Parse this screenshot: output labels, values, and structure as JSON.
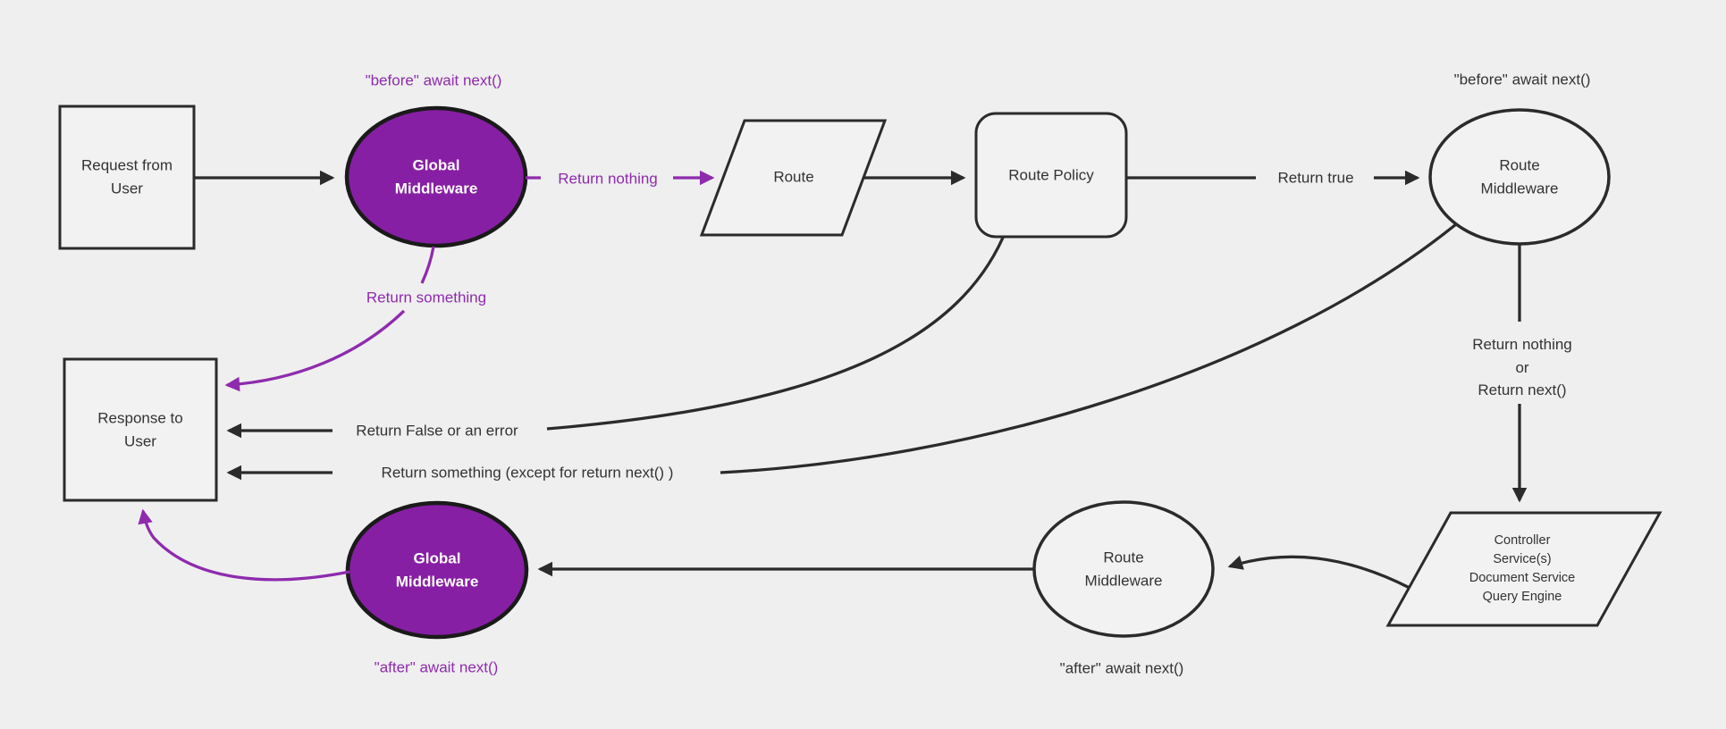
{
  "diagram": {
    "title": "Strapi request / response lifecycle middlewares flowchart",
    "colors": {
      "background": "#efefef",
      "node_fill": "#f2f2f2",
      "node_stroke": "#2b2b2b",
      "purple_fill": "#871fa4",
      "purple_accent": "#8e2bad",
      "text": "#333333",
      "node_text_on_purple": "#ffffff"
    },
    "nodes": {
      "request": {
        "label": "Request from\nUser",
        "shape": "rectangle"
      },
      "global_middleware_top": {
        "label": "Global\nMiddleware",
        "shape": "ellipse"
      },
      "route": {
        "label": "Route",
        "shape": "parallelogram"
      },
      "route_policy": {
        "label": "Route Policy",
        "shape": "rounded-rectangle"
      },
      "route_middleware_top": {
        "label": "Route\nMiddleware",
        "shape": "ellipse"
      },
      "controller": {
        "label": "Controller\nService(s)\nDocument Service\nQuery Engine",
        "shape": "parallelogram"
      },
      "route_middleware_bottom": {
        "label": "Route\nMiddleware",
        "shape": "ellipse"
      },
      "global_middleware_bottom": {
        "label": "Global\nMiddleware",
        "shape": "ellipse"
      },
      "response": {
        "label": "Response to\nUser",
        "shape": "rectangle"
      }
    },
    "edge_labels": {
      "before_await_next_global": "\"before\" await next()",
      "return_nothing": "Return nothing",
      "return_true": "Return true",
      "before_await_next_route": "\"before\" await next()",
      "return_nothing_or_next": "Return nothing\nor\nReturn next()",
      "return_false_or_error": "Return False or an error",
      "return_something_except": "Return something (except for return next() )",
      "return_something": "Return something",
      "after_await_next_route": "\"after\" await next()",
      "after_await_next_global": "\"after\" await next()"
    }
  }
}
